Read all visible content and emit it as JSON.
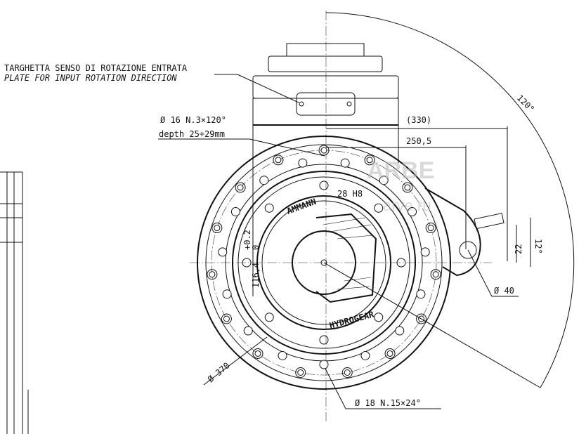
{
  "labels": {
    "plate_it": "TARGHETTA SENSO DI ROTAZIONE ENTRATA",
    "plate_en": "PLATE FOR INPUT ROTATION DIRECTION",
    "hole16": "Ø 16 N.3×120°",
    "depth": "depth 25÷29mm",
    "dim330": "(330)",
    "dim250": "250,5",
    "angle120": "120°",
    "angle12": "12°",
    "dim22": "22",
    "dia40": "Ø 40",
    "dia370": "Ø 370",
    "hole18": "Ø 18 N.15×24°",
    "key28": "28 H8",
    "dim116": "116,4",
    "tol_upper": "+0.2",
    "tol_lower": "0",
    "brand1": "AMMANN",
    "brand2": "HYDROGEAR"
  },
  "watermark": {
    "logo": "ARBE",
    "site": "arve.ru"
  }
}
